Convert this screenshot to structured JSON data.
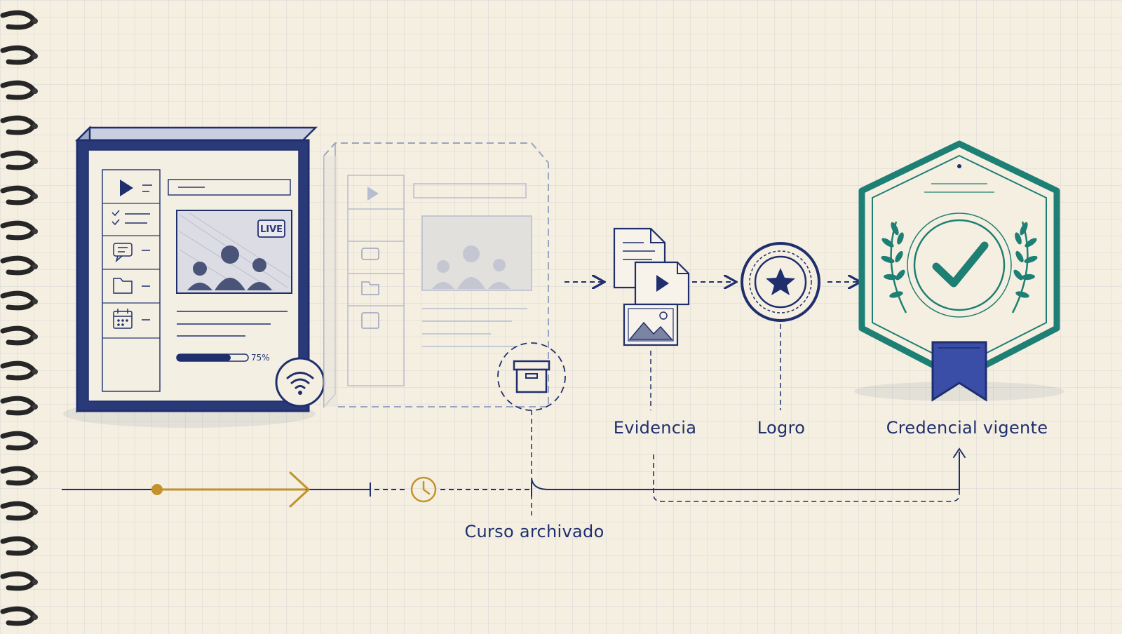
{
  "nodes": {
    "evidence_label": "Evidencia",
    "achievement_label": "Logro",
    "credential_label": "Credencial vigente",
    "archived_label": "Curso archivado"
  },
  "course_window": {
    "live_badge": "LIVE",
    "progress_text": "75%",
    "progress": 0.75
  },
  "colors": {
    "ink": "#1f2f6e",
    "ink_light": "#9aa3bf",
    "gold": "#c4922a",
    "teal": "#1e7f74",
    "paper": "#f5efe1"
  },
  "icons": [
    "play-icon",
    "checklist-icon",
    "chat-icon",
    "folder-icon",
    "calendar-icon",
    "wifi-icon",
    "archive-box-icon",
    "document-icon",
    "video-file-icon",
    "image-file-icon",
    "star-medal-icon",
    "badge-icon",
    "clock-icon"
  ]
}
